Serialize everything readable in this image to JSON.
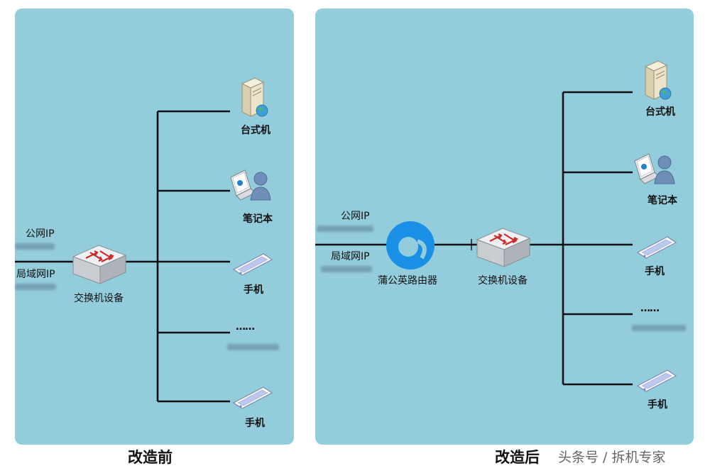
{
  "before": {
    "caption": "改造前",
    "public_ip_label": "公网IP",
    "lan_ip_label": "局域网IP",
    "switch_label": "交换机设备",
    "devices": {
      "desktop": "台式机",
      "laptop": "笔记本",
      "phone": "手机",
      "more": "……",
      "phone2": "手机"
    }
  },
  "after": {
    "caption": "改造后",
    "public_ip_label": "公网IP",
    "lan_ip_label": "局域网IP",
    "router_label": "蒲公英路由器",
    "switch_label": "交换机设备",
    "devices": {
      "desktop": "台式机",
      "laptop": "笔记本",
      "phone": "手机",
      "more": "……",
      "phone2": "手机"
    }
  },
  "watermark": "头条号 / 拆机专家",
  "colors": {
    "panel": "#93ccdb",
    "line": "#111111",
    "router_blue": "#1a8fe6",
    "phone_blue": "#bcc7ee",
    "server_beige": "#e4dcc4"
  }
}
